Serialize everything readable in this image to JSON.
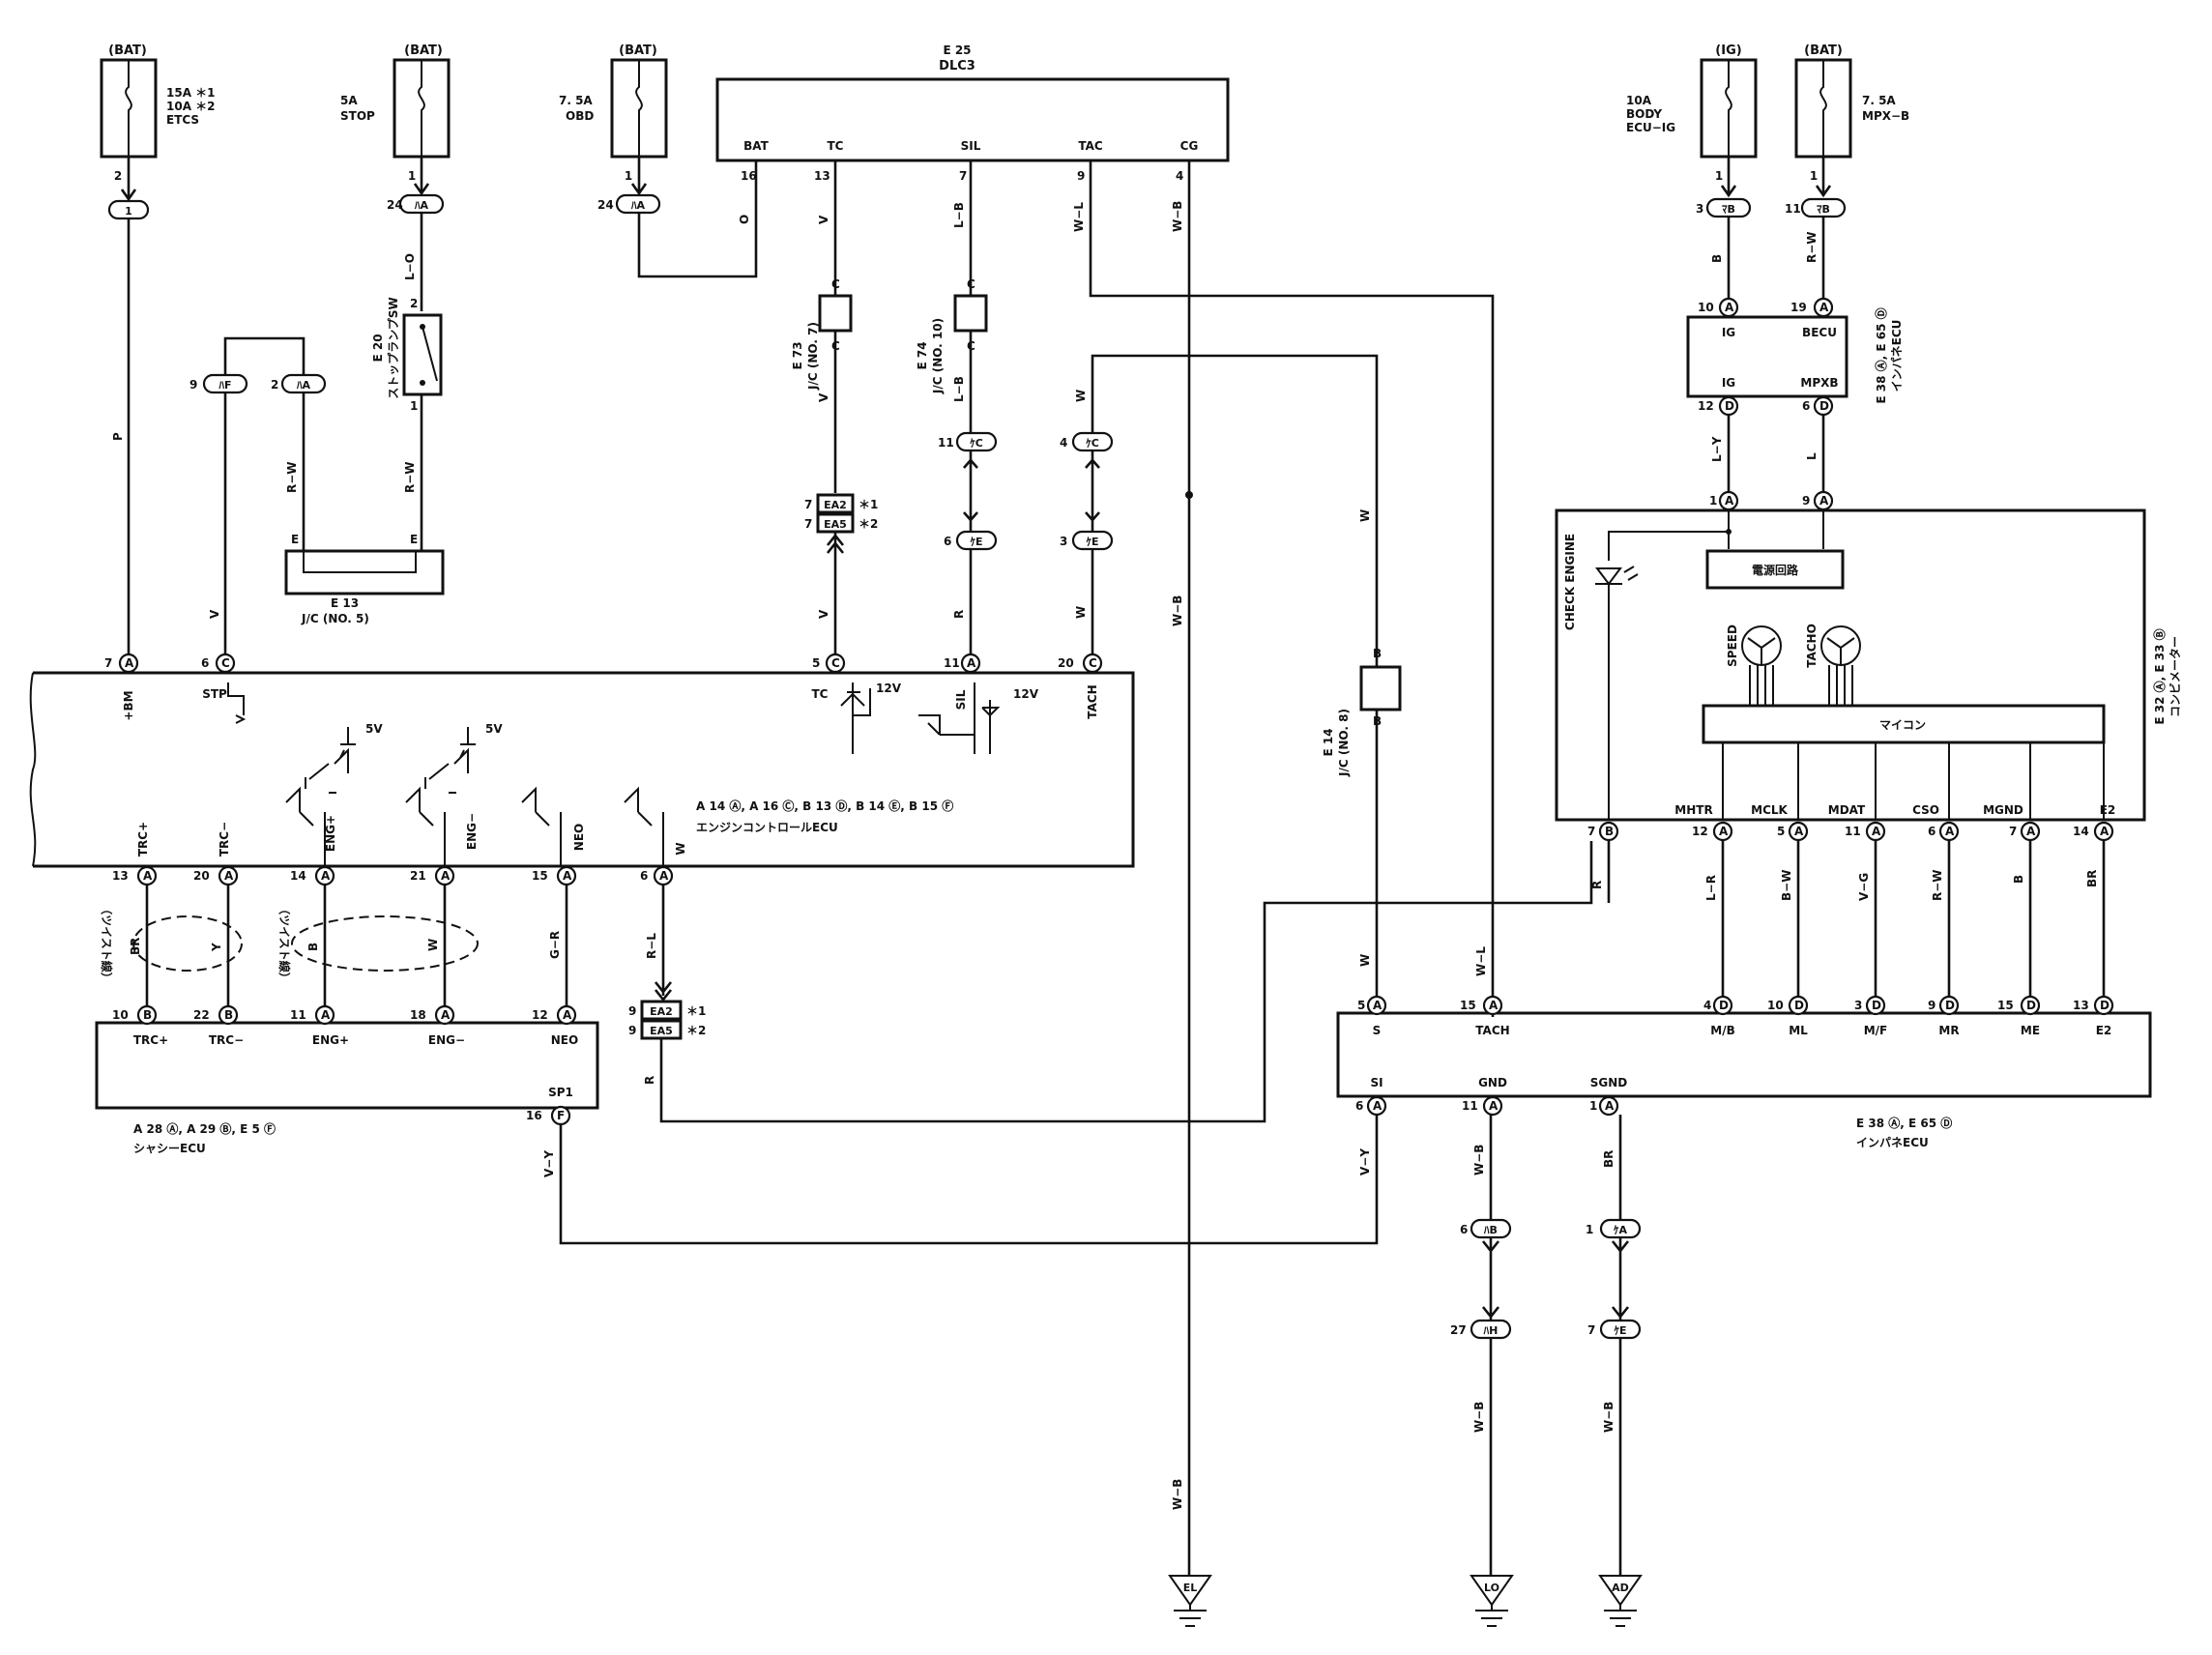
{
  "fuses": [
    {
      "supply": "(BAT)",
      "lines": [
        "15A ＊1",
        "10A ＊2",
        "ETCS"
      ]
    },
    {
      "supply": "(BAT)",
      "lines": [
        "5A",
        "STOP"
      ]
    },
    {
      "supply": "(BAT)",
      "lines": [
        "7. 5A",
        "OBD"
      ]
    },
    {
      "supply": "(IG)",
      "lines": [
        "10A",
        "BODY",
        "ECU−IG"
      ]
    },
    {
      "supply": "(BAT)",
      "lines": [
        "7. 5A",
        "MPX−B"
      ]
    }
  ],
  "dlc3": {
    "ref": "E  25",
    "name": "DLC3",
    "terminals": [
      {
        "name": "BAT",
        "pin": "16"
      },
      {
        "name": "TC",
        "pin": "13"
      },
      {
        "name": "SIL",
        "pin": "7"
      },
      {
        "name": "TAC",
        "pin": "9"
      },
      {
        "name": "CG",
        "pin": "4"
      }
    ]
  },
  "connectors": {
    "c1": "1",
    "c2": "ﾊA",
    "c3": "ﾊA",
    "c4": "ﾊF",
    "c5": "ﾊA",
    "c6": "ﾏB",
    "c7": "ﾏB",
    "c8": "ｹC",
    "c9": "ｹE",
    "c10": "ｹC",
    "c11": "ｹE",
    "c12": "ﾊB",
    "c13": "ﾊH",
    "c14": "ｹA",
    "c15": "ｹE",
    "ea2": "EA2",
    "ea5": "EA5"
  },
  "components": {
    "stop_sw": {
      "ref": "E  20",
      "name": "ストップランプSW"
    },
    "jc5": {
      "ref": "E  13",
      "name": "J/C (NO. 5)"
    },
    "jc7": {
      "ref": "E  73",
      "name": "J/C (NO. 7)"
    },
    "jc10": {
      "ref": "E  74",
      "name": "J/C (NO. 10)"
    },
    "jc8": {
      "ref": "E  14",
      "name": "J/C (NO. 8)"
    },
    "body_ecu": {
      "ref": "E  38 Ⓐ, E  65 Ⓓ",
      "name": "インパネECU",
      "top": [
        "IG",
        "BECU"
      ],
      "bottom": [
        "IG",
        "MPXB"
      ]
    },
    "meter": {
      "ref": "E  32 Ⓐ, E  33 Ⓑ",
      "name": "コンビメーター",
      "check": "CHECK ENGINE",
      "power": "電源回路",
      "speed": "SPEED",
      "tacho": "TACHO",
      "micom": "マイコン",
      "terminals": [
        "MHTR",
        "MCLK",
        "MDAT",
        "CSO",
        "MGND",
        "E2"
      ]
    },
    "engine_ecu": {
      "ref": "A  14 Ⓐ, A  16 Ⓒ, B  13 Ⓓ, B  14 Ⓔ, B  15 Ⓕ",
      "name": "エンジンコントロールECU",
      "top": [
        "+BM",
        "STP",
        "TC",
        "SIL",
        "TACH"
      ],
      "bottom": [
        "TRC+",
        "TRC−",
        "ENG+",
        "ENG−",
        "NEO",
        "W"
      ],
      "v12": "12V",
      "v5": "5V"
    },
    "chassis_ecu": {
      "ref": "A  28 Ⓐ, A  29 Ⓑ, E  5 Ⓕ",
      "name": "シャシーECU",
      "terminals": [
        "TRC+",
        "TRC−",
        "ENG+",
        "ENG−",
        "NEO",
        "SP1"
      ]
    },
    "ecu_bottom": {
      "ref": "E  38 Ⓐ, E  65 Ⓓ",
      "name": "インパネECU",
      "top": [
        "S",
        "TACH",
        "M/B",
        "ML",
        "M/F",
        "MR",
        "ME",
        "E2"
      ],
      "bottom": [
        "SI",
        "GND",
        "SGND"
      ]
    }
  },
  "twist": "（ツイスト線）",
  "grounds": [
    "EL",
    "LO",
    "AD"
  ],
  "notes": {
    "n1": "＊1",
    "n2": "＊2"
  },
  "wire_colors": {
    "P": "P",
    "V": "V",
    "LO": "L−O",
    "RW": "R−W",
    "O": "O",
    "LB": "L−B",
    "WL": "W−L",
    "WB": "W−B",
    "W": "W",
    "R": "R",
    "B": "B",
    "L": "L",
    "LY": "L−Y",
    "LR": "L−R",
    "BW": "B−W",
    "VG": "V−G",
    "BR": "BR",
    "Y": "Y",
    "GR": "G−R",
    "RL": "R−L",
    "VY": "V−Y",
    "C": "C"
  }
}
